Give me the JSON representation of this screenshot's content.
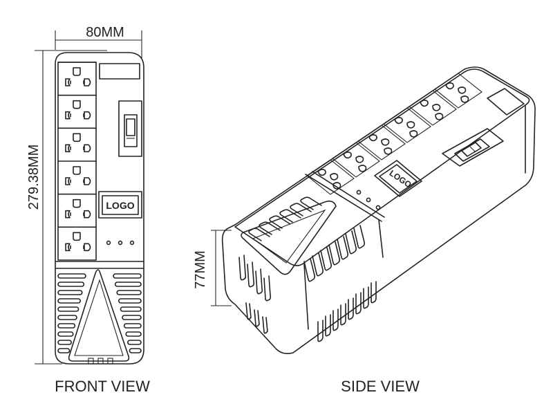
{
  "dimensions": {
    "width_label": "80MM",
    "length_label": "279.38MM",
    "height_label": "77MM"
  },
  "views": {
    "front_title": "FRONT VIEW",
    "side_title": "SIDE VIEW"
  },
  "front_panel": {
    "logo_text": "LOGO",
    "outlet_count": 6,
    "indicator_dots": 3
  },
  "side_panel": {
    "logo_text": "LOGO",
    "outlet_count": 6,
    "indicator_dots": 3
  },
  "colors": {
    "line": "#222222",
    "background": "#ffffff"
  }
}
